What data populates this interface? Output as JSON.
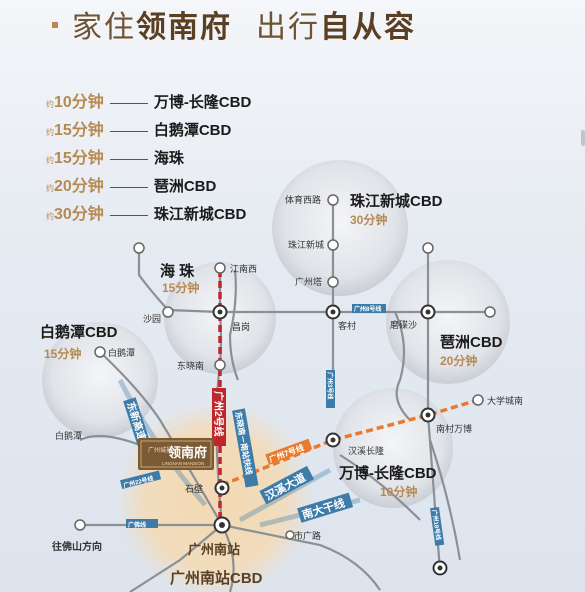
{
  "header": {
    "prefix": "家住",
    "prefix_bold": "领南府",
    "suffix": "出行",
    "suffix_bold": "自从容"
  },
  "travel_times": [
    {
      "approx": "约",
      "duration": "10分钟",
      "dest": "万博-长隆CBD"
    },
    {
      "approx": "约",
      "duration": "15分钟",
      "dest": "白鹅潭CBD"
    },
    {
      "approx": "约",
      "duration": "15分钟",
      "dest": "海珠"
    },
    {
      "approx": "约",
      "duration": "20分钟",
      "dest": "琶洲CBD"
    },
    {
      "approx": "约",
      "duration": "30分钟",
      "dest": "珠江新城CBD"
    }
  ],
  "districts": {
    "zhujiang": {
      "name": "珠江新城CBD",
      "time": "30分钟"
    },
    "haizhu": {
      "name": "海 珠",
      "time": "15分钟"
    },
    "baietan": {
      "name": "白鹅潭CBD",
      "time": "15分钟"
    },
    "pazhou": {
      "name": "琶洲CBD",
      "time": "20分钟"
    },
    "wanbo": {
      "name": "万博-长隆CBD",
      "time": "10分钟"
    },
    "nanzhan": {
      "name": "广州南站CBD"
    }
  },
  "stations": {
    "tiyu_xilu": "体育西路",
    "zhujiang_xincheng": "珠江新城",
    "guangzhou_ta": "广州塔",
    "jiangnan_xi": "江南西",
    "changgang": "昌岗",
    "shayuan": "沙园",
    "kecun": "客村",
    "mojiao_sha": "磨碟沙",
    "baietan_st": "白鹅潭",
    "baietan_low": "白鹅潭",
    "dongxiao_nan": "东晓南",
    "hanxi_changlong": "汉溪长隆",
    "nancun_wanbo": "南村万博",
    "daxuecheng_nan": "大学城南",
    "shibi": "石壁",
    "guangzhou_nanzhan": "广州南站",
    "shiguang_lu": "市广路",
    "wang_foshan": "往佛山方向"
  },
  "roads": {
    "dongxin": "东新高速",
    "line2": "广州2号线",
    "dongxiao_fast": "东晓南－南站快线",
    "line7": "广州7号线",
    "hanxi": "汉溪大道",
    "nanda": "南大干线",
    "line3": "广州3号线",
    "line8": "广州8号线",
    "gf_line": "广佛线",
    "line22": "广州22号线",
    "line18": "广州18号线"
  },
  "project": {
    "name": "领南府",
    "brand": "广州城投",
    "sub": "LINGNAN MANSION"
  },
  "colors": {
    "gold": "#b68a52",
    "brown": "#6e5336",
    "line2": "#c0272d",
    "line7": "#e97a2d",
    "road_blue": "#3d7ca8",
    "track": "#8a9097"
  }
}
